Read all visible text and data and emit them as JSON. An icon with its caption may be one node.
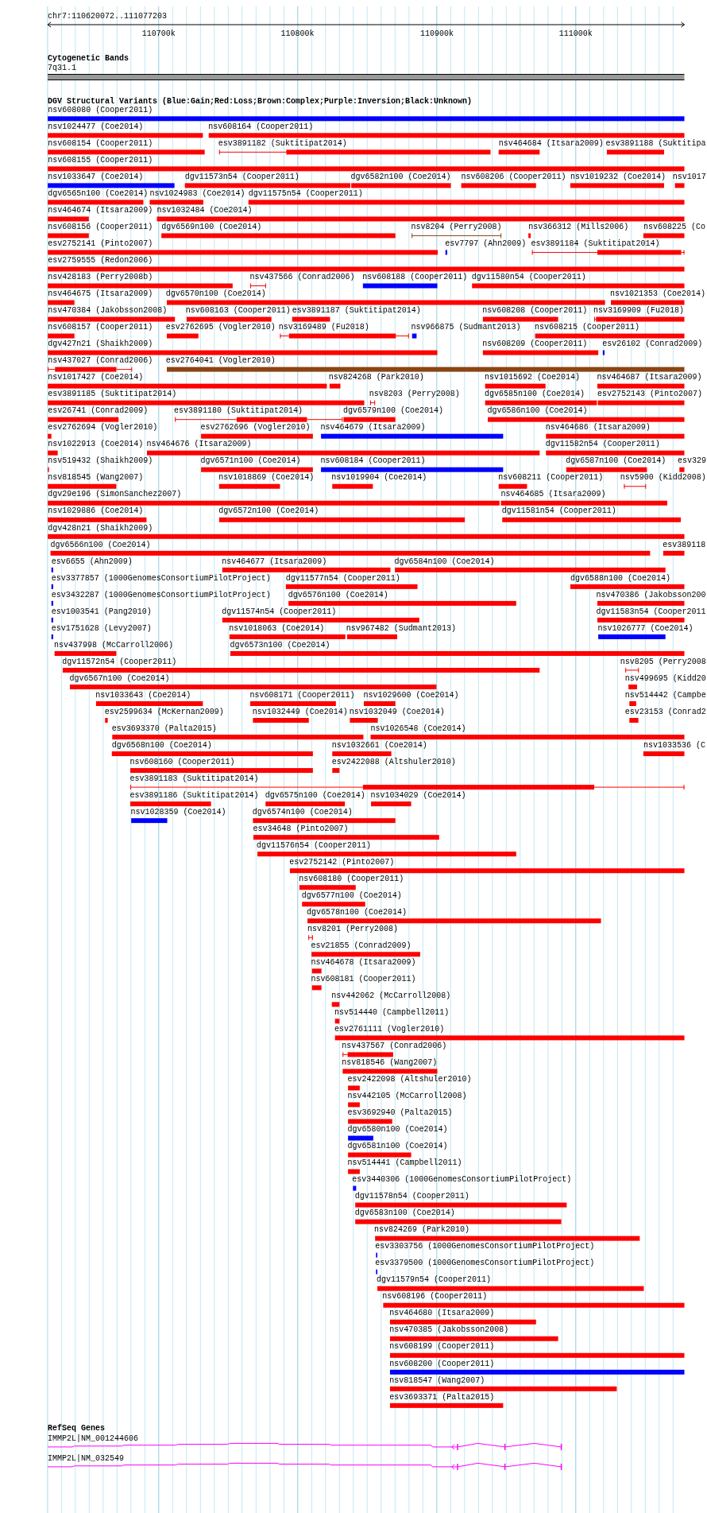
{
  "diagram": {
    "labels": [
      "chr7:110620072..111077203",
      "110700k",
      "110800k",
      "110900k",
      "111000k",
      "Cytogenetic Bands",
      "7q31.1",
      "DGV Structural Variants (Blue:Gain;Red:Loss;Brown:Complex;Purple:Inversion;Black:Unknown)",
      "nsv608080 (Cooper2011)",
      "nsv1024477 (Coe2014)",
      "nsv608164 (Cooper2011)",
      "nsv608154 (Cooper2011)",
      "esv3891182 (Suktitipat2014)",
      "nsv464684 (Itsara2009)",
      "esv3891188 (Suktitipa",
      "nsv608155 (Cooper2011)",
      "nsv1033647 (Coe2014)",
      "dgv11573n54 (Cooper2011)",
      "dgv6582n100 (Coe2014)",
      "nsv608206 (Cooper2011)",
      "nsv1019232 (Coe2014)",
      "nsv1017",
      "dgv6565n100 (Coe2014)",
      "nsv1024983 (Coe2014)",
      "dgv11575n54 (Cooper2011)",
      "nsv464674 (Itsara2009)",
      "nsv1032484 (Coe2014)",
      "nsv608156 (Cooper2011)",
      "dgv6569n100 (Coe2014)",
      "nsv8204 (Perry2008)",
      "nsv366312 (Mills2006)",
      "nsv608225 (Co",
      "esv2752141 (Pinto2007)",
      "esv7797 (Ahn2009)",
      "esv3891184 (Suktitipat2014)",
      "esv2759555 (Redon2006)",
      "nsv428183 (Perry2008b)",
      "nsv437566 (Conrad2006)",
      "nsv608188 (Cooper2011)",
      "dgv11580n54 (Cooper2011)",
      "nsv464675 (Itsara2009)",
      "dgv6570n100 (Coe2014)",
      "nsv1021353 (Coe2014)",
      "nsv470384 (Jakobsson2008)",
      "nsv608163 (Cooper2011)",
      "esv3891187 (Suktitipat2014)",
      "nsv608208 (Cooper2011)",
      "nsv3169909 (Fu2018)",
      "nsv608157 (Cooper2011)",
      "esv2762695 (Vogler2010)",
      "nsv3169489 (Fu2018)",
      "nsv966875 (Sudmant2013)",
      "nsv608215 (Cooper2011)",
      "dgv427n21 (Shaikh2009)",
      "nsv608209 (Cooper2011)",
      "esv26102 (Conrad2009)",
      "nsv437027 (Conrad2006)",
      "esv2764041 (Vogler2010)",
      "nsv1017427 (Coe2014)",
      "nsv824268 (Park2010)",
      "nsv1015692 (Coe2014)",
      "nsv464687 (Itsara2009)",
      "esv3891185 (Suktitipat2014)",
      "nsv8203 (Perry2008)",
      "dgv6585n100 (Coe2014)",
      "esv2752143 (Pinto2007)",
      "esv26741 (Conrad2009)",
      "esv3891180 (Suktitipat2014)",
      "dgv6579n100 (Coe2014)",
      "dgv6586n100 (Coe2014)",
      "esv2762694 (Vogler2010)",
      "esv2762696 (Vogler2010)",
      "nsv464679 (Itsara2009)",
      "nsv464686 (Itsara2009)",
      "nsv1022913 (Coe2014)",
      "nsv464676 (Itsara2009)",
      "dgv11582n54 (Cooper2011)",
      "nsv519432 (Shaikh2009)",
      "dgv6571n100 (Coe2014)",
      "nsv608184 (Cooper2011)",
      "dgv6587n100 (Coe2014)",
      "esv329",
      "nsv818545 (Wang2007)",
      "nsv1018869 (Coe2014)",
      "nsv1019904 (Coe2014)",
      "nsv608211 (Cooper2011)",
      "nsv5900 (Kidd2008)",
      "dgv29e196 (SimonSanchez2007)",
      "nsv464685 (Itsara2009)",
      "nsv1029886 (Coe2014)",
      "dgv6572n100 (Coe2014)",
      "dgv11581n54 (Cooper2011)",
      "dgv428n21 (Shaikh2009)",
      "dgv6566n100 (Coe2014)",
      "esv389118",
      "esv6655 (Ahn2009)",
      "nsv464677 (Itsara2009)",
      "dgv6584n100 (Coe2014)",
      "esv3377857 (1000GenomesConsortiumPilotProject)",
      "dgv11577n54 (Cooper2011)",
      "dgv6588n100 (Coe2014)",
      "esv3432287 (1000GenomesConsortiumPilotProject)",
      "dgv6576n100 (Coe2014)",
      "nsv470386 (Jakobsson200",
      "esv1003541 (Pang2010)",
      "dgv11574n54 (Cooper2011)",
      "dgv11583n54 (Cooper2011",
      "esv1751628 (Levy2007)",
      "nsv1018063 (Coe2014)",
      "nsv967482 (Sudmant2013)",
      "nsv1026777 (Coe2014)",
      "nsv437998 (McCarroll2006)",
      "dgv6573n100 (Coe2014)",
      "dgv11572n54 (Cooper2011)",
      "nsv8205 (Perry2008",
      "dgv6567n100 (Coe2014)",
      "nsv499695 (Kidd20",
      "nsv1033643 (Coe2014)",
      "nsv608171 (Cooper2011)",
      "nsv1029600 (Coe2014)",
      "nsv514442 (Campbe",
      "esv2599634 (McKernan2009)",
      "nsv1032449 (Coe2014)",
      "nsv1032049 (Coe2014)",
      "esv23153 (Conrad2",
      "esv3693370 (Palta2015)",
      "nsv1026548 (Coe2014)",
      "dgv6568n100 (Coe2014)",
      "nsv1032661 (Coe2014)",
      "nsv1033536 (C",
      "nsv608160 (Cooper2011)",
      "esv2422088 (Altshuler2010)",
      "esv3891183 (Suktitipat2014)",
      "esv3891186 (Suktitipat2014)",
      "dgv6575n100 (Coe2014)",
      "nsv1034029 (Coe2014)",
      "nsv1028359 (Coe2014)",
      "dgv6574n100 (Coe2014)",
      "esv34648 (Pinto2007)",
      "dgv11576n54 (Cooper2011)",
      "esv2752142 (Pinto2007)",
      "nsv608180 (Cooper2011)",
      "dgv6577n100 (Coe2014)",
      "dgv6578n100 (Coe2014)",
      "nsv8201 (Perry2008)",
      "esv21855 (Conrad2009)",
      "nsv464678 (Itsara2009)",
      "nsv608181 (Cooper2011)",
      "nsv442062 (McCarroll2008)",
      "nsv514440 (Campbell2011)",
      "esv2761111 (Vogler2010)",
      "nsv437567 (Conrad2006)",
      "nsv818546 (Wang2007)",
      "esv2422098 (Altshuler2010)",
      "nsv442105 (McCarroll2008)",
      "esv3692940 (Palta2015)",
      "dgv6580n100 (Coe2014)",
      "dgv6581n100 (Coe2014)",
      "nsv514441 (Campbell2011)",
      "esv3440306 (1000GenomesConsortiumPilotProject)",
      "dgv11578n54 (Cooper2011)",
      "dgv6583n100 (Coe2014)",
      "nsv824269 (Park2010)",
      "esv3303756 (1000GenomesConsortiumPilotProject)",
      "esv3379500 (1000GenomesConsortiumPilotProject)",
      "dgv11579n54 (Cooper2011)",
      "nsv608196 (Cooper2011)",
      "nsv464680 (Itsara2009)",
      "nsv470385 (Jakobsson2008)",
      "nsv608199 (Cooper2011)",
      "nsv608200 (Cooper2011)",
      "nsv818547 (Wang2007)",
      "esv3693371 (Palta2015)",
      "RefSeq Genes",
      "IMMP2L|NM_001244606",
      "IMMP2L|NM_032549"
    ]
  }
}
